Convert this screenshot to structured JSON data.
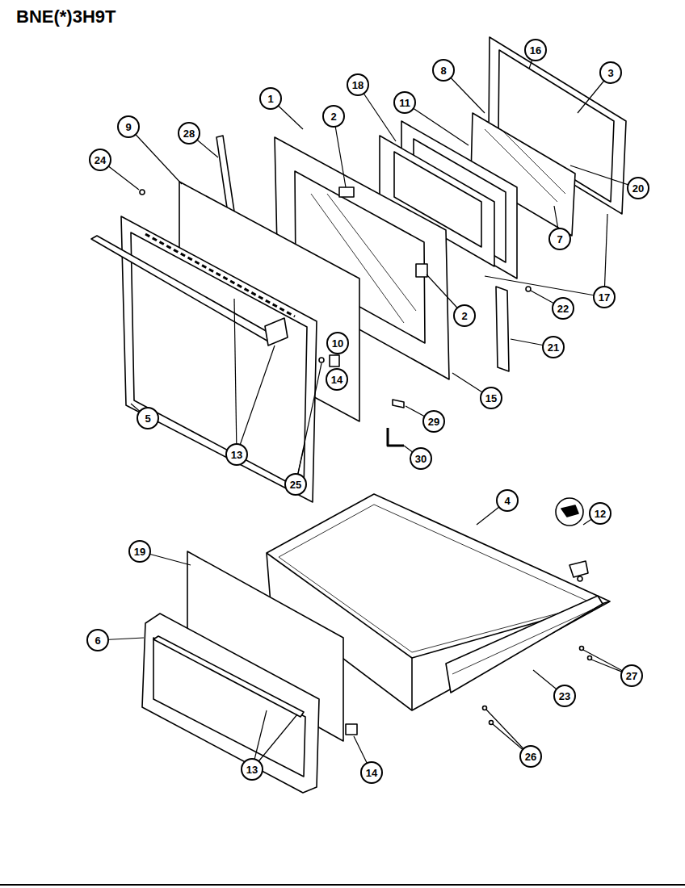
{
  "diagram": {
    "title": "BNE(*)3H9T",
    "nodes": [
      {
        "text": [
          "1"
        ]
      },
      {
        "text": [
          "16"
        ]
      },
      {
        "text": [
          "8"
        ]
      },
      {
        "text": [
          "3"
        ]
      },
      {
        "text": [
          "18"
        ]
      },
      {
        "text": [
          "11"
        ]
      },
      {
        "text": [
          "2"
        ]
      },
      {
        "text": [
          "9"
        ]
      },
      {
        "text": [
          "28"
        ]
      },
      {
        "text": [
          "24"
        ]
      },
      {
        "text": [
          "20"
        ]
      },
      {
        "text": [
          "7"
        ]
      },
      {
        "text": [
          "17"
        ]
      },
      {
        "text": [
          "22"
        ]
      },
      {
        "text": [
          "2"
        ]
      },
      {
        "text": [
          "21"
        ]
      },
      {
        "text": [
          "10"
        ]
      },
      {
        "text": [
          "14"
        ]
      },
      {
        "text": [
          "15"
        ]
      },
      {
        "text": [
          "5"
        ]
      },
      {
        "text": [
          "29"
        ]
      },
      {
        "text": [
          "13"
        ]
      },
      {
        "text": [
          "30"
        ]
      },
      {
        "text": [
          "25"
        ]
      },
      {
        "text": [
          "4"
        ]
      },
      {
        "text": [
          "12"
        ]
      },
      {
        "text": [
          "19"
        ]
      },
      {
        "text": [
          "6"
        ]
      },
      {
        "text": [
          "27"
        ]
      },
      {
        "text": [
          "23"
        ]
      },
      {
        "text": [
          "26"
        ]
      },
      {
        "text": [
          "13"
        ]
      },
      {
        "text": [
          "14"
        ]
      }
    ]
  }
}
